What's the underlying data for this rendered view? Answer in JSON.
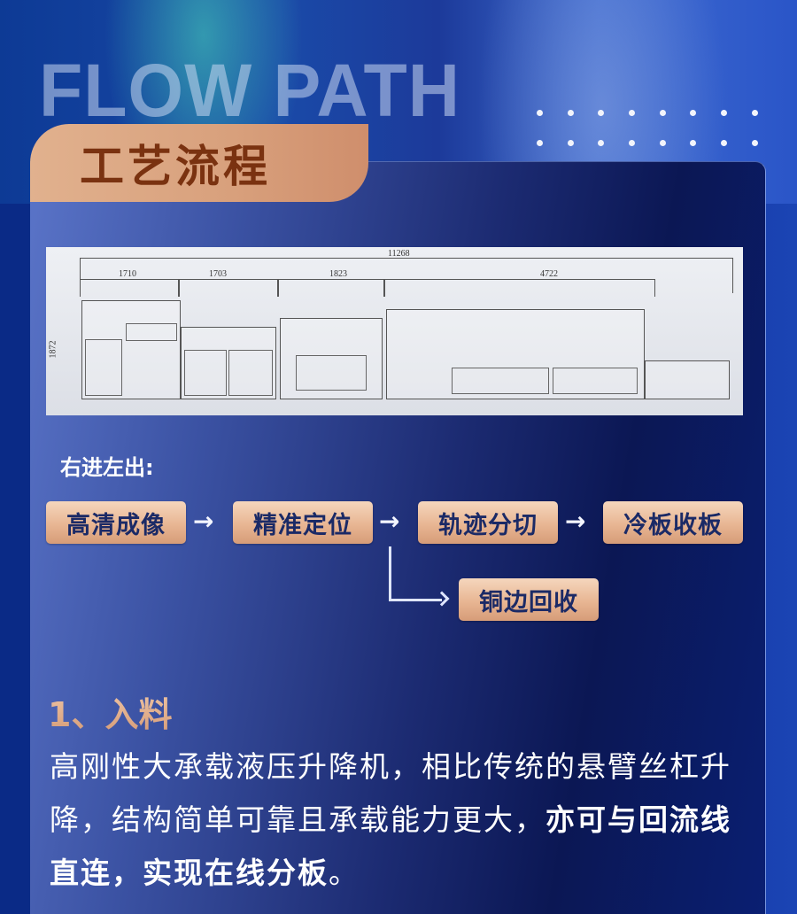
{
  "header": {
    "english_title": "FLOW PATH",
    "chinese_title": "工艺流程"
  },
  "diagram": {
    "total_length": "11268",
    "height": "1872",
    "segments": [
      "1710",
      "1703",
      "1823",
      "4722"
    ]
  },
  "flow": {
    "direction_label": "右进左出:",
    "steps": [
      "高清成像",
      "精准定位",
      "轨迹分切",
      "冷板收板"
    ],
    "branch_step": "铜边回收",
    "arrow_glyph": "→"
  },
  "section": {
    "title": "1、入料",
    "paragraph_regular": "高刚性大承载液压升降机，相比传统的悬臂丝杠升降，结构简单可靠且承载能力更大，",
    "paragraph_bold": "亦可与回流线直连，实现在线分板",
    "paragraph_end": "。"
  },
  "colors": {
    "accent_copper": "#d8a07c",
    "title_text": "#7a3210",
    "step_text": "#1b2a66",
    "background_navy": "#0b1754"
  }
}
